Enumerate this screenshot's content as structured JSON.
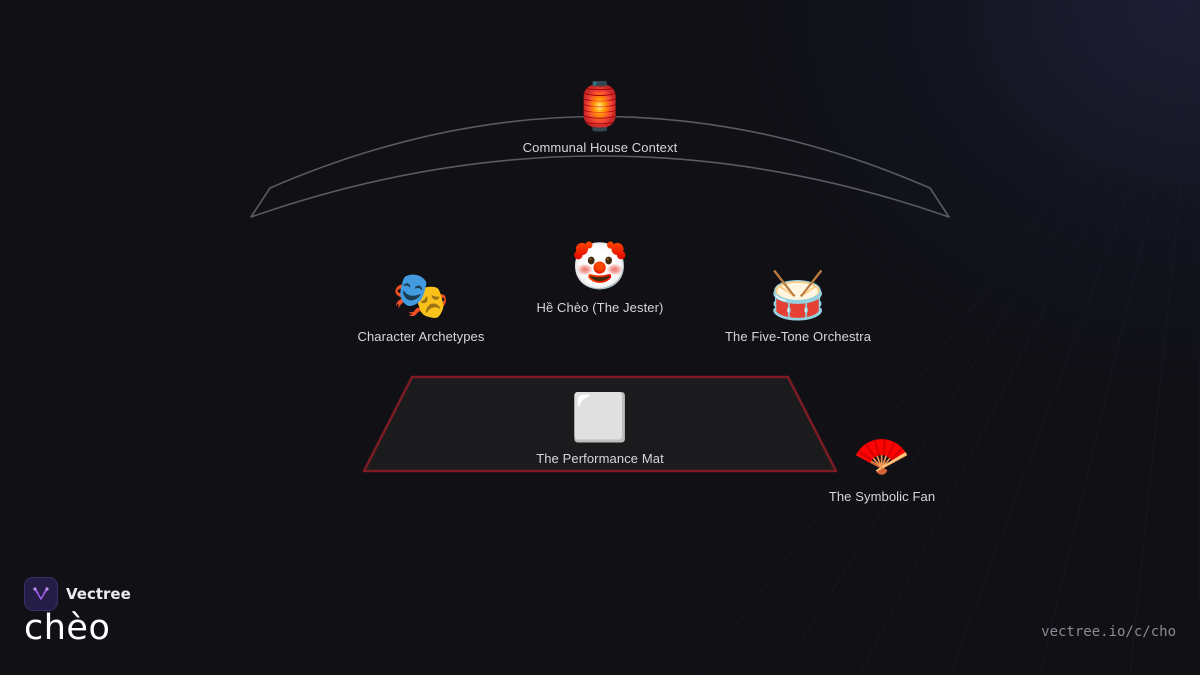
{
  "colors": {
    "background": "#101015",
    "arch_stroke": "#5a5a62",
    "mat_fill": "#1b1b1e",
    "mat_stroke": "#7a1c22",
    "label_text": "#d6d6dc",
    "brand_logo_bg": "#241d45",
    "brand_logo_mark": "#9b5de5",
    "url_text": "#8a8a95"
  },
  "nodes": {
    "communal_house": {
      "emoji": "🏮",
      "label": "Communal House Context"
    },
    "jester": {
      "emoji": "🤡",
      "label": "Hề Chèo (The Jester)"
    },
    "archetypes": {
      "emoji": "🎭",
      "label": "Character Archetypes"
    },
    "orchestra": {
      "emoji": "🥁",
      "label": "The Five-Tone Orchestra"
    },
    "performance_mat": {
      "emoji": "⬜",
      "label": "The Performance Mat"
    },
    "symbolic_fan": {
      "emoji": "🪭",
      "label": "The Symbolic Fan"
    }
  },
  "brand": {
    "name": "Vectree",
    "icon": "vectree-logo-icon"
  },
  "page_title": "chèo",
  "url": "vectree.io/c/cho"
}
